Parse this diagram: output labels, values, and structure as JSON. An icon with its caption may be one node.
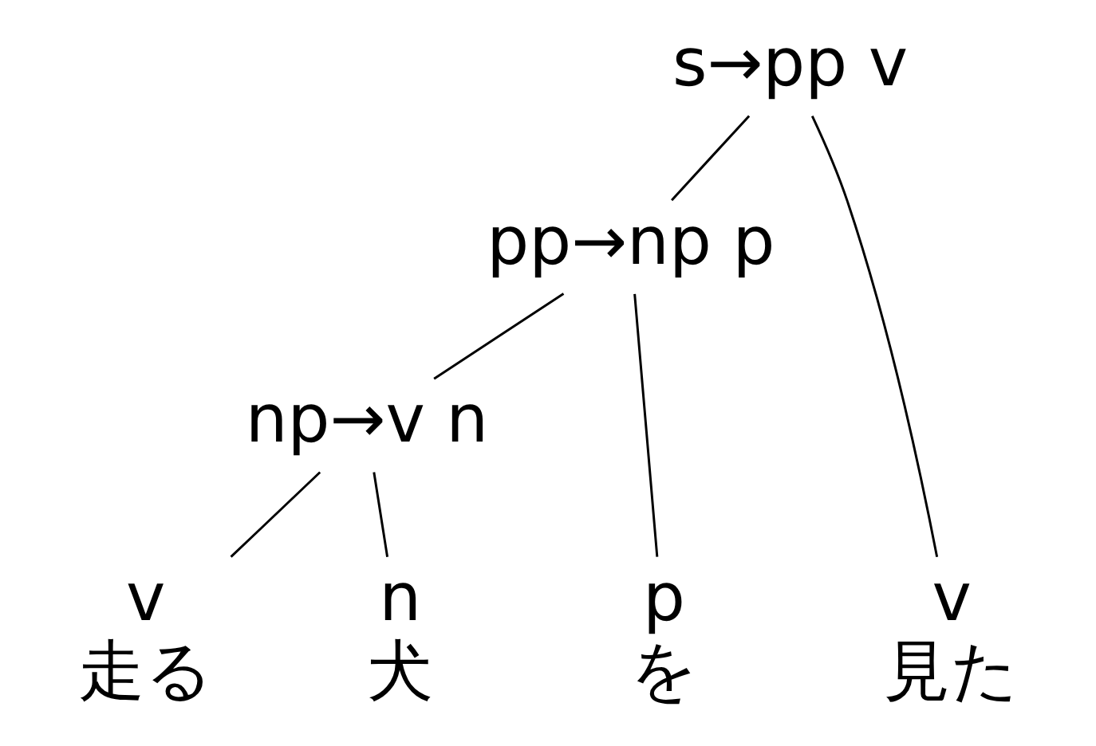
{
  "diagram": {
    "nodes": [
      {
        "text": [
          "s→pp v"
        ]
      },
      {
        "text": [
          "pp→np p"
        ]
      },
      {
        "text": [
          "np→v n"
        ]
      },
      {
        "text": [
          "v",
          "走る"
        ]
      },
      {
        "text": [
          "n",
          "犬"
        ]
      },
      {
        "text": [
          "p",
          "を"
        ]
      },
      {
        "text": [
          "v",
          "見た"
        ]
      }
    ],
    "edges": [
      {
        "from": 0,
        "to": 1,
        "arrow": "none"
      },
      {
        "from": 0,
        "to": 6,
        "arrow": "none"
      },
      {
        "from": 1,
        "to": 2,
        "arrow": "none"
      },
      {
        "from": 1,
        "to": 5,
        "arrow": "none"
      },
      {
        "from": 2,
        "to": 3,
        "arrow": "none"
      },
      {
        "from": 2,
        "to": 4,
        "arrow": "none"
      }
    ]
  }
}
